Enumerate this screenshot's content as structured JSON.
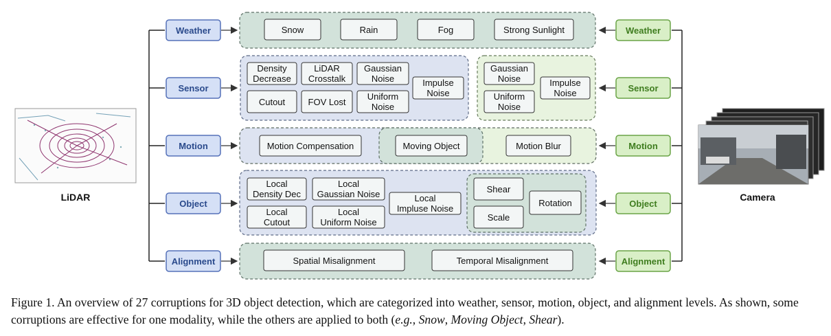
{
  "modalities": {
    "lidar": "LiDAR",
    "camera": "Camera"
  },
  "categories": [
    "Weather",
    "Sensor",
    "Motion",
    "Object",
    "Alignment"
  ],
  "corruptions": {
    "weather": [
      "Snow",
      "Rain",
      "Fog",
      "Strong Sunlight"
    ],
    "sensor_lidar": [
      [
        "Density",
        "Decrease"
      ],
      [
        "LiDAR",
        "Crosstalk"
      ],
      [
        "Gaussian",
        "Noise"
      ],
      [
        "Cutout"
      ],
      [
        "FOV Lost"
      ],
      [
        "Uniform",
        "Noise"
      ],
      [
        "Impulse",
        "Noise"
      ]
    ],
    "sensor_camera": [
      [
        "Gaussian",
        "Noise"
      ],
      [
        "Uniform",
        "Noise"
      ],
      [
        "Impulse",
        "Noise"
      ]
    ],
    "motion": [
      "Motion Compensation",
      "Moving Object",
      "Motion Blur"
    ],
    "object_lidar": [
      [
        "Local",
        "Density Dec"
      ],
      [
        "Local",
        "Gaussian Noise"
      ],
      [
        "Local",
        "Cutout"
      ],
      [
        "Local",
        "Uniform Noise"
      ],
      [
        "Local",
        "Impluse Noise"
      ]
    ],
    "object_both": [
      "Shear",
      "Scale",
      "Rotation"
    ],
    "alignment": [
      "Spatial Misalignment",
      "Temporal Misalignment"
    ]
  },
  "caption": {
    "prefix": "Figure 1.  An overview of 27 corruptions for 3D object detection, which are categorized into weather, sensor, motion, object, and alignment levels. As shown, some corruptions are effective for one modality, while the others are applied to both (",
    "eg": "e.g.",
    "sep1": ", ",
    "ex1": "Snow",
    "sep2": ", ",
    "ex2": "Moving Object",
    "sep3": ", ",
    "ex3": "Shear",
    "suffix": ")."
  },
  "colors": {
    "lidar_fill": "#dde3f1",
    "lidar_border": "#6f86c9",
    "camera_fill": "#e8f3df",
    "camera_border": "#7fb35a",
    "both_fill": "#d2e2da",
    "chip_fill": "#f3f6f6",
    "cat_left_fill": "#d5e0f6",
    "cat_right_fill": "#d9efc7"
  }
}
